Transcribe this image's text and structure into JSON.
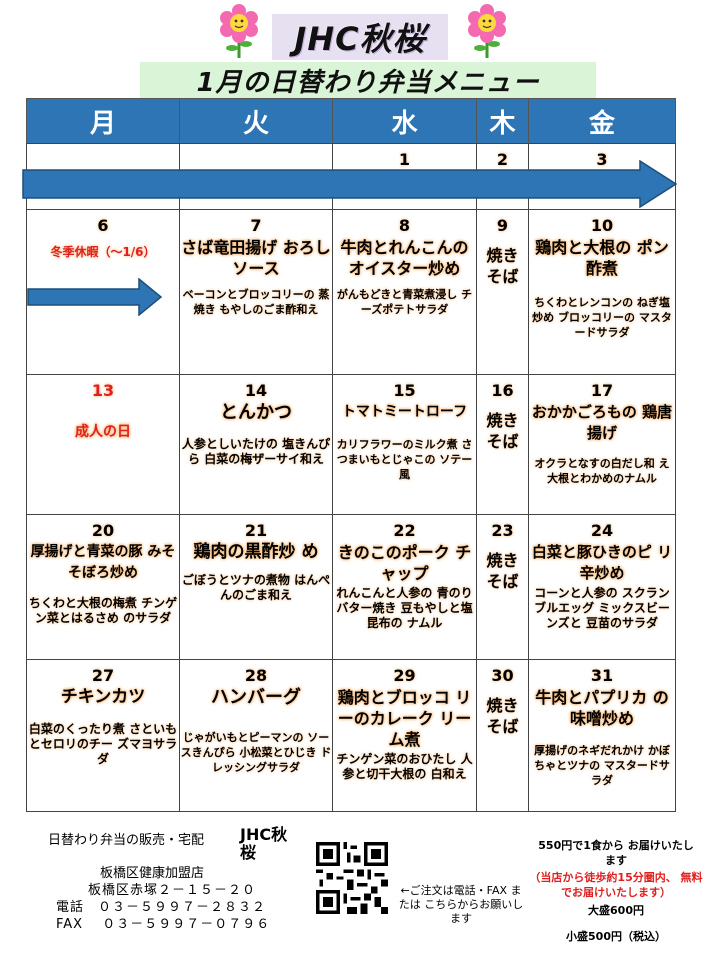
{
  "brand": "JHC秋桜",
  "subtitle": "1月の日替わり弁当メニュー",
  "weekdays": [
    "月",
    "火",
    "水",
    "木",
    "金"
  ],
  "week1": {
    "wed": "1",
    "thu": "2",
    "fri": "3"
  },
  "week2": {
    "mon": {
      "day": "6",
      "note": "冬季休暇（～1/6）"
    },
    "tue": {
      "day": "7",
      "main": "さば竜田揚げ おろしソース",
      "side": "ベーコンとブロッコリーの 蒸焼き もやしのごま酢和え"
    },
    "wed": {
      "day": "8",
      "main": "牛肉とれんこんの オイスター炒め",
      "side": "がんもどきと青菜煮浸し チーズポテトサラダ"
    },
    "thu": {
      "day": "9",
      "main": "焼き そば"
    },
    "fri": {
      "day": "10",
      "main": "鶏肉と大根の ポン酢煮",
      "side": "ちくわとレンコンの ねぎ塩炒め ブロッコリーの マスタードサラダ"
    }
  },
  "week3": {
    "mon": {
      "day": "13",
      "note": "成人の日"
    },
    "tue": {
      "day": "14",
      "main": "とんかつ",
      "side": "人参としいたけの 塩きんぴら 白菜の梅ザーサイ和え"
    },
    "wed": {
      "day": "15",
      "main": "トマトミートローフ",
      "side": "カリフラワーのミルク煮 さつまいもとじゃこの ソテー風"
    },
    "thu": {
      "day": "16",
      "main": "焼き そば"
    },
    "fri": {
      "day": "17",
      "main": "おかかごろもの 鶏唐揚げ",
      "side": "オクラとなすの白だし和 え 大根とわかめのナムル"
    }
  },
  "week4": {
    "mon": {
      "day": "20",
      "main": "厚揚げと青菜の豚 みそそぼろ炒め",
      "side": "ちくわと大根の梅煮 チンゲン菜とはるさめ のサラダ"
    },
    "tue": {
      "day": "21",
      "main": "鶏肉の黒酢炒 め",
      "side": "ごぼうとツナの煮物 はんぺんのごま和え"
    },
    "wed": {
      "day": "22",
      "main": "きのこのポーク チャップ",
      "side": "れんこんと人参の 青のりバター焼き 豆もやしと塩昆布の ナムル"
    },
    "thu": {
      "day": "23",
      "main": "焼き そば"
    },
    "fri": {
      "day": "24",
      "main": "白菜と豚ひきのピ リ辛炒め",
      "side": "コーンと人参の スクランブルエッグ ミックスビーンズと 豆苗のサラダ"
    }
  },
  "week5": {
    "mon": {
      "day": "27",
      "main": "チキンカツ",
      "side": "白菜のくったり煮 さといもとセロリのチー ズマヨサラダ"
    },
    "tue": {
      "day": "28",
      "main": "ハンバーグ",
      "side": "じゃがいもとピーマンの ソースきんぴら 小松菜とひじき ドレッシングサラダ"
    },
    "wed": {
      "day": "29",
      "main": "鶏肉とブロッコ リーのカレーク リーム煮",
      "side": "チンゲン菜のおひたし 人参と切干大根の 白和え"
    },
    "thu": {
      "day": "30",
      "main": "焼き そば"
    },
    "fri": {
      "day": "31",
      "main": "牛肉とパプリカ の味噌炒め",
      "side": "厚揚げのネギだれかけ かぼちゃとツナの マスタードサラダ"
    }
  },
  "footer": {
    "line1": "日替わり弁当の販売・宅配",
    "brand": "JHC秋 桜",
    "store": "板橋区健康加盟店",
    "address": "板橋区赤塚２－１５－２０",
    "tel": "電話　０３－５９９７－２８３２",
    "fax": "FAX　 ０３－５９９７－０７９６",
    "order": "←ご注文は電話・FAX または こちらからお願いします",
    "price1": "550円で1食から お届けいたします",
    "delivery": "（当店から徒歩約15分圏内、 無料でお届けいたします）",
    "large": "大盛600円",
    "small": "小盛500円（税込）"
  },
  "colors": {
    "header": "#2e75b6",
    "arrow": "#2e75b6",
    "red": "#e02020",
    "glow": "#f6b26b"
  }
}
